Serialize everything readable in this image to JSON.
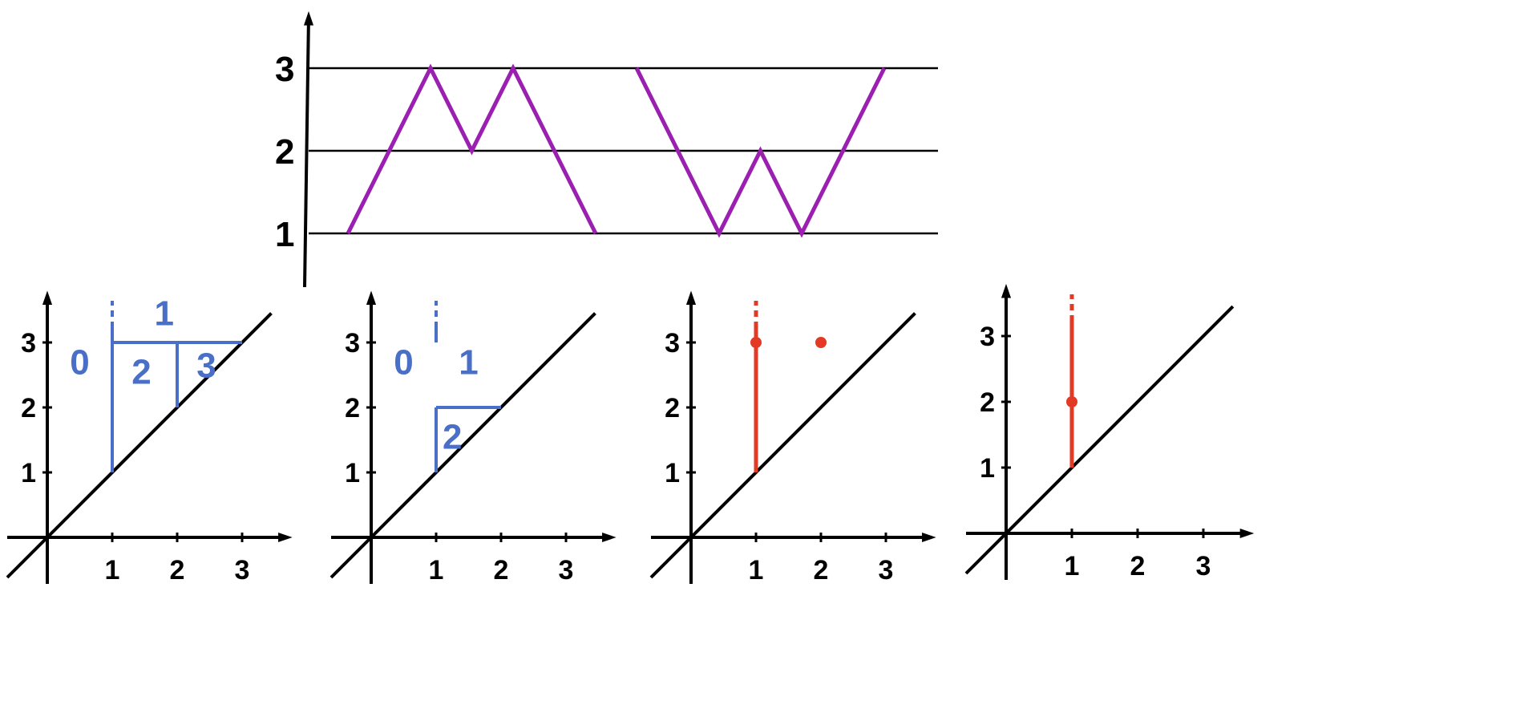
{
  "colors": {
    "axis": "#000000",
    "graph": "#9b1fb0",
    "barcode_blue": "#4a6fc7",
    "barcode_red": "#e23a24"
  },
  "top_plot": {
    "y_ticks": [
      "1",
      "2",
      "3"
    ],
    "levels": [
      1,
      2,
      3
    ],
    "path_m": [
      [
        0,
        1
      ],
      [
        1,
        3
      ],
      [
        1.5,
        2
      ],
      [
        2,
        3
      ],
      [
        3,
        1
      ]
    ],
    "path_w": [
      [
        0,
        3
      ],
      [
        1,
        1
      ],
      [
        1.5,
        2
      ],
      [
        2,
        1
      ],
      [
        3,
        3
      ]
    ]
  },
  "panels": [
    {
      "x_ticks": [
        "1",
        "2",
        "3"
      ],
      "y_ticks": [
        "1",
        "2",
        "3"
      ],
      "regions": [
        {
          "label": "0",
          "pos": [
            0.5,
            2.7
          ]
        },
        {
          "label": "1",
          "pos": [
            1.8,
            3.45
          ]
        },
        {
          "label": "2",
          "pos": [
            1.45,
            2.55
          ]
        },
        {
          "label": "3",
          "pos": [
            2.45,
            2.65
          ]
        }
      ],
      "segments": [
        [
          [
            1,
            1
          ],
          [
            1,
            3
          ]
        ],
        [
          [
            1,
            3
          ],
          [
            3,
            3
          ]
        ],
        [
          [
            2,
            2
          ],
          [
            2,
            3
          ]
        ]
      ],
      "infinite_vertical_at_x": 1
    },
    {
      "x_ticks": [
        "1",
        "2",
        "3"
      ],
      "y_ticks": [
        "1",
        "2",
        "3"
      ],
      "regions": [
        {
          "label": "0",
          "pos": [
            0.5,
            2.7
          ]
        },
        {
          "label": "1",
          "pos": [
            1.5,
            2.7
          ]
        },
        {
          "label": "2",
          "pos": [
            1.25,
            1.55
          ]
        }
      ],
      "segments": [
        [
          [
            1,
            1
          ],
          [
            1,
            2
          ]
        ],
        [
          [
            1,
            2
          ],
          [
            2,
            2
          ]
        ]
      ],
      "infinite_vertical_at_x": 1
    },
    {
      "x_ticks": [
        "1",
        "2",
        "3"
      ],
      "y_ticks": [
        "1",
        "2",
        "3"
      ],
      "bars": [
        {
          "x": 1,
          "from": 1,
          "to": 3,
          "infinite": true
        }
      ],
      "points": [
        [
          1,
          3
        ],
        [
          2,
          3
        ]
      ]
    },
    {
      "x_ticks": [
        "1",
        "2",
        "3"
      ],
      "y_ticks": [
        "1",
        "2",
        "3"
      ],
      "bars": [
        {
          "x": 1,
          "from": 1,
          "to": 2,
          "infinite": true
        }
      ],
      "points": [
        [
          1,
          2
        ]
      ]
    }
  ]
}
